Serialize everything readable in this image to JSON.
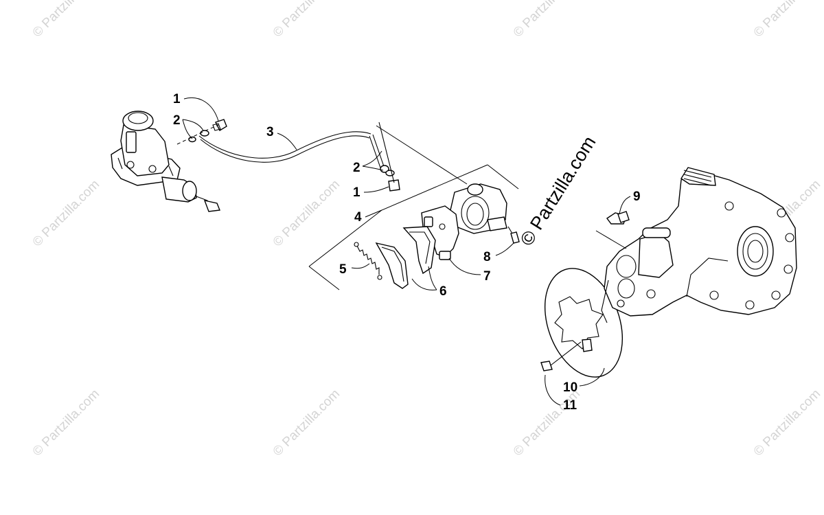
{
  "watermark": {
    "small_text": "© Partzilla.com",
    "main_text": "© Partzilla.com"
  },
  "callouts": {
    "c1a": "1",
    "c2a": "2",
    "c3": "3",
    "c2b": "2",
    "c1b": "1",
    "c4": "4",
    "c5": "5",
    "c6": "6",
    "c7": "7",
    "c8": "8",
    "c9": "9",
    "c10": "10",
    "c11": "11"
  }
}
